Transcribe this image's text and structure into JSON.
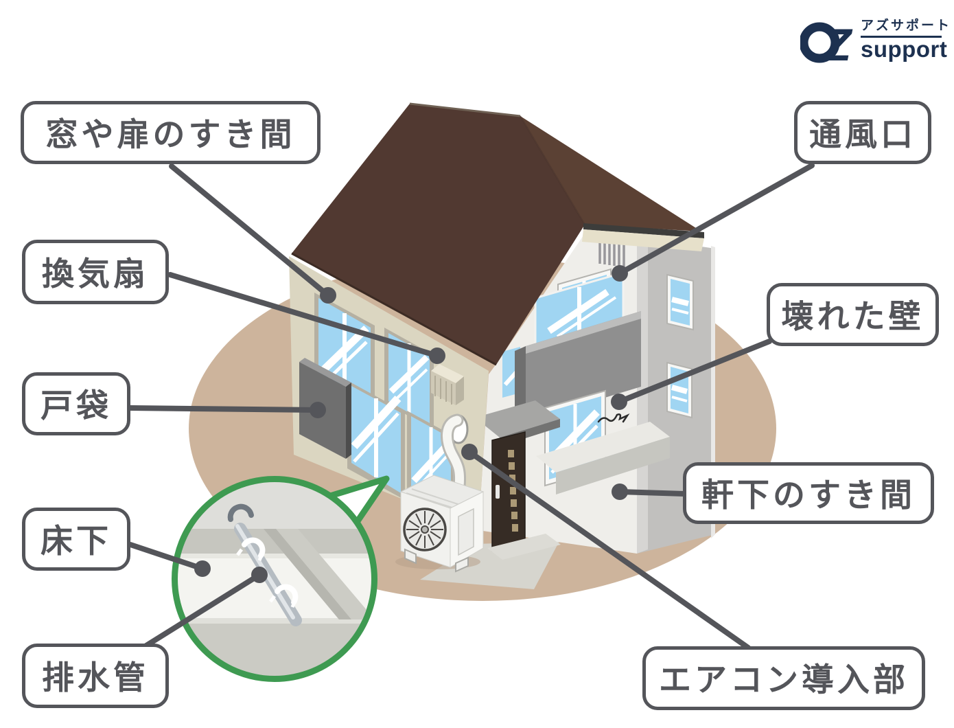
{
  "logo": {
    "monogram_z": "Z",
    "katakana": "アズサポート",
    "latin": "support",
    "brand_color": "#1d3150"
  },
  "diagram": {
    "labels": [
      {
        "id": "window-door-gap",
        "text": "窓や扉のすき間"
      },
      {
        "id": "ventilation-fan",
        "text": "換気扇"
      },
      {
        "id": "door-pocket",
        "text": "戸袋"
      },
      {
        "id": "under-floor",
        "text": "床下"
      },
      {
        "id": "drain-pipe",
        "text": "排水管"
      },
      {
        "id": "air-vent",
        "text": "通風口"
      },
      {
        "id": "broken-wall",
        "text": "壊れた壁"
      },
      {
        "id": "under-eaves-gap",
        "text": "軒下のすき間"
      },
      {
        "id": "ac-inlet",
        "text": "エアコン導入部"
      }
    ],
    "style": {
      "callout_color": "#54555a",
      "accent_green": "#3e9a51",
      "ground_color": "#cdb49c",
      "roof_color": "#523a2f",
      "window_glass": "#a0d5f2"
    }
  }
}
